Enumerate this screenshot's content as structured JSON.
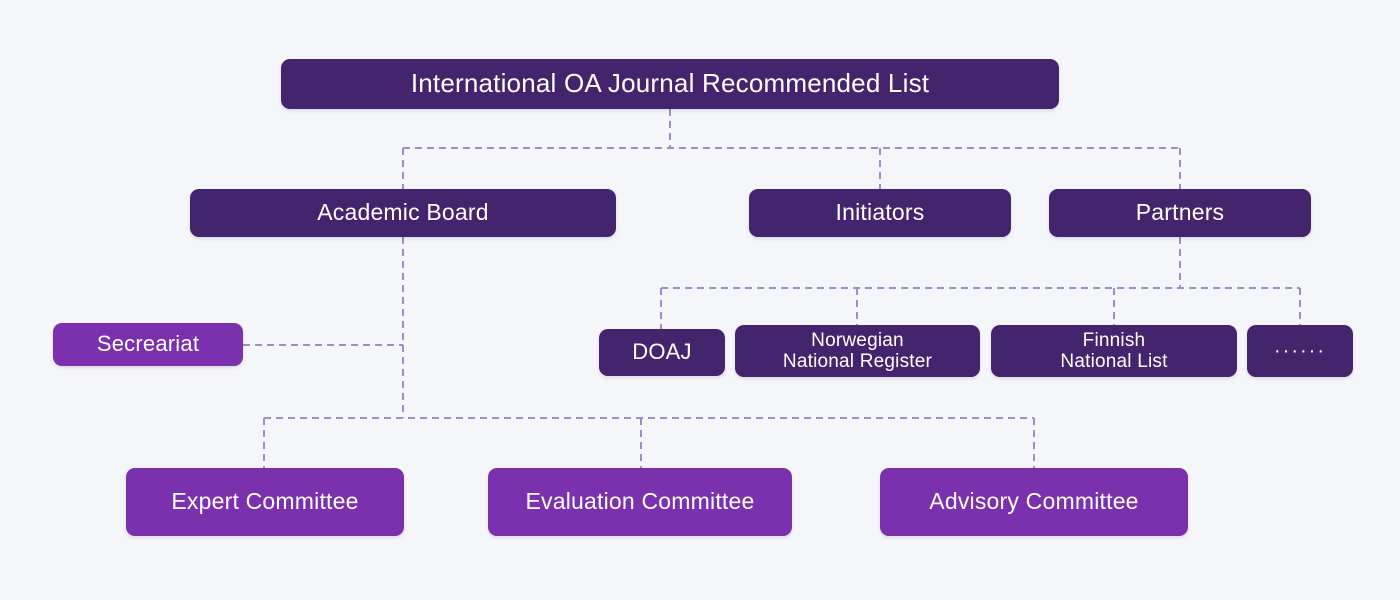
{
  "diagram": {
    "title": "International OA Journal Recommended List",
    "background_color": "#f5f6f9",
    "colors": {
      "node_dark": "#45246e",
      "node_light": "#7b30ad",
      "connector": "#9b8fc8",
      "text": "#ffffff"
    },
    "nodes": {
      "root": {
        "label": "International OA Journal Recommended List",
        "tone": "dark"
      },
      "academic_board": {
        "label": "Academic Board",
        "tone": "dark"
      },
      "initiators": {
        "label": "Initiators",
        "tone": "dark"
      },
      "partners": {
        "label": "Partners",
        "tone": "dark"
      },
      "secretariat": {
        "label": "Secreariat",
        "tone": "light"
      },
      "doaj": {
        "label": "DOAJ",
        "tone": "dark"
      },
      "norwegian_national_register": {
        "label": "Norwegian\nNational Register",
        "tone": "dark"
      },
      "finnish_national_list": {
        "label": "Finnish\nNational List",
        "tone": "dark"
      },
      "more_sources": {
        "label": "······",
        "tone": "dark"
      },
      "expert_committee": {
        "label": "Expert Committee",
        "tone": "light"
      },
      "evaluation_committee": {
        "label": "Evaluation Committee",
        "tone": "light"
      },
      "advisory_committee": {
        "label": "Advisory Committee",
        "tone": "light"
      }
    },
    "edges": [
      {
        "from": "root",
        "to": "academic_board"
      },
      {
        "from": "root",
        "to": "initiators"
      },
      {
        "from": "root",
        "to": "partners"
      },
      {
        "from": "academic_board",
        "to": "secretariat"
      },
      {
        "from": "academic_board",
        "to": "expert_committee"
      },
      {
        "from": "academic_board",
        "to": "evaluation_committee"
      },
      {
        "from": "academic_board",
        "to": "advisory_committee"
      },
      {
        "from": "partners",
        "to": "doaj"
      },
      {
        "from": "partners",
        "to": "norwegian_national_register"
      },
      {
        "from": "partners",
        "to": "finnish_national_list"
      },
      {
        "from": "partners",
        "to": "more_sources"
      }
    ]
  }
}
